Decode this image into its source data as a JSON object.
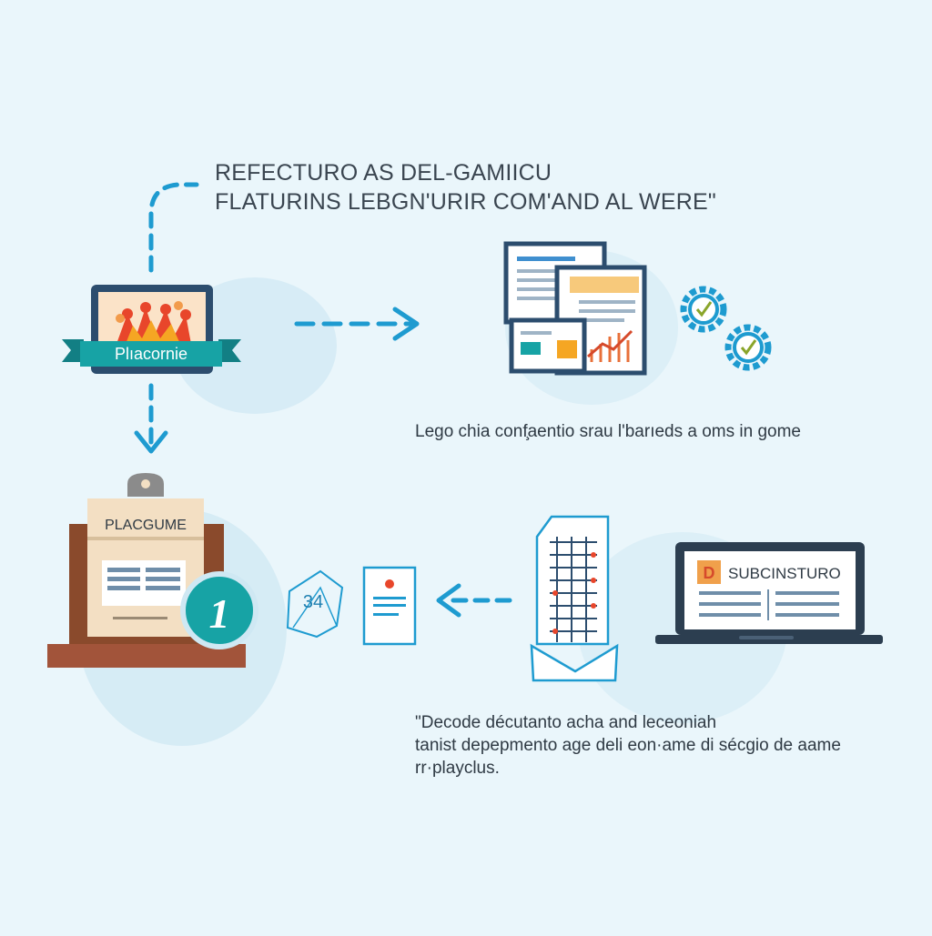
{
  "heading": {
    "line1": "REFECTURO AS DEL-GAMIICU",
    "line2": "FLATURINS LEBGN'URIR COM'AND AL WERE\""
  },
  "top_screen": {
    "label": "Plıacornie"
  },
  "clipboard": {
    "label": "PLACGUME",
    "badge": "1"
  },
  "small_card": {
    "number": "34"
  },
  "laptop": {
    "logo_letter": "D",
    "title": "SUBCINSTURO"
  },
  "caption_middle": "Lego chia conf̧aentio srau l'barıeds a oms in gome",
  "caption_bottom": {
    "line1": "\"Decode décutanto acha and leceoniah",
    "line2": "tanist depepmento age deli eon·ame di sécgio de aame",
    "line3": "rr·playclus."
  },
  "colors": {
    "background": "#eaf6fb",
    "accent": "#1e9bd0",
    "teal": "#17a3a5",
    "navy": "#2c4d6e",
    "wood": "#8a4a2c",
    "text": "#2f3a44"
  }
}
